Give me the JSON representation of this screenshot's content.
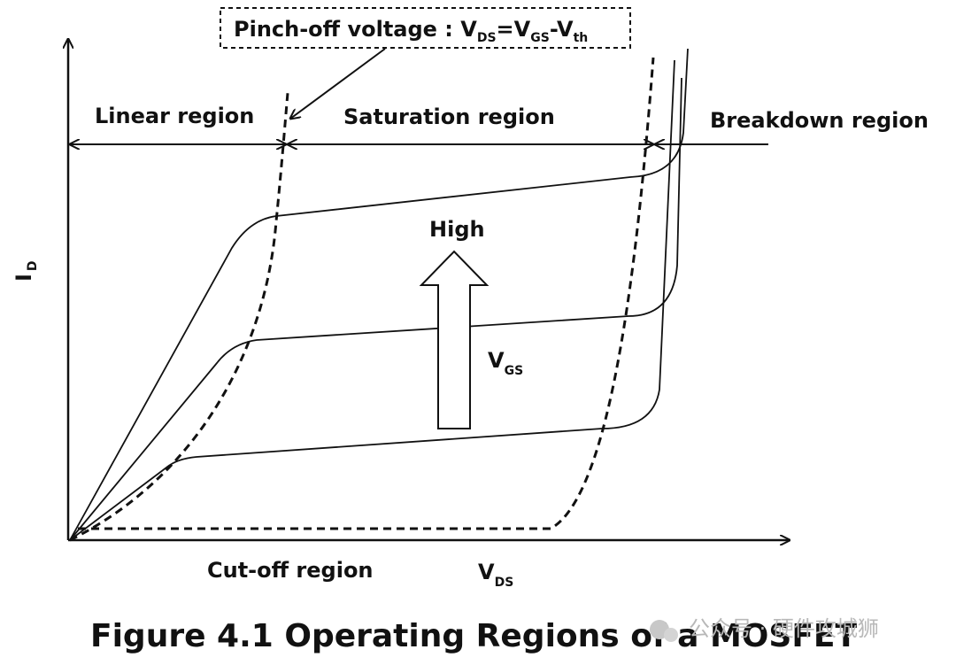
{
  "pinch_off": {
    "prefix": "Pinch-off voltage : V",
    "sub1": "DS",
    "mid1": "=V",
    "sub2": "GS",
    "mid2": "-V",
    "sub3": "th"
  },
  "regions": {
    "linear": "Linear region",
    "saturation": "Saturation region",
    "breakdown": "Breakdown region",
    "cutoff": "Cut-off region"
  },
  "axes": {
    "y_main": "I",
    "y_sub": "D",
    "x_main": "V",
    "x_sub": "DS"
  },
  "arrow": {
    "high": "High",
    "vgs_main": "V",
    "vgs_sub": "GS"
  },
  "caption": "Figure 4.1 Operating Regions of a MOSFET",
  "watermark": "公众号 · 硬件攻城狮",
  "colors": {
    "ink": "#111111",
    "watermark": "#b8b8b8"
  }
}
